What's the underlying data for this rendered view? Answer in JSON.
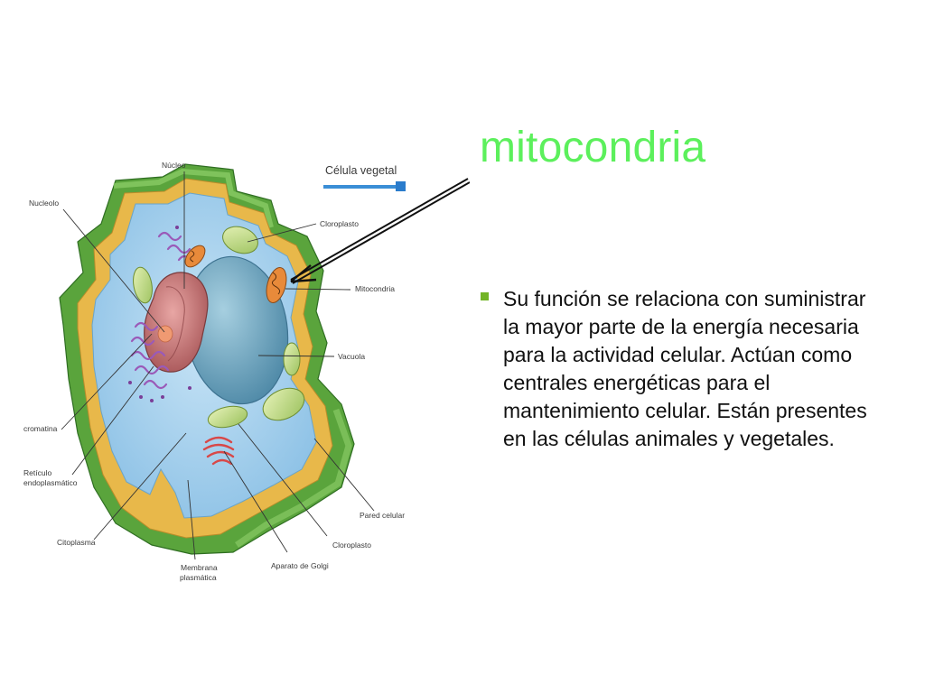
{
  "slide": {
    "title": "mitocondria",
    "bullet_text": "Su función se relaciona con suministrar la mayor parte de la energía necesaria para la actividad celular. Actúan como centrales energéticas para el mantenimiento celular. Están presentes en las células animales y vegetales."
  },
  "diagram": {
    "heading": "Célula vegetal",
    "labels": {
      "nucleo": "Núcleo",
      "nucleolo": "Nucleolo",
      "cloroplasto_top": "Cloroplasto",
      "mitocondria": "Mitocondria",
      "vacuola": "Vacuola",
      "cromatina": "cromatina",
      "reticulo_1": "Retículo",
      "reticulo_2": "endoplasmático",
      "citoplasma": "Citoplasma",
      "membrana_1": "Membrana",
      "membrana_2": "plasmática",
      "golgi": "Aparato de Golgi",
      "cloroplasto_bottom": "Cloroplasto",
      "pared": "Pared celular"
    }
  },
  "colors": {
    "title": "#5cf05c",
    "bullet": "#72b426",
    "cell_wall": "#5aa43c",
    "membrane": "#e8b84a",
    "cytoplasm": "#a9d3ee",
    "vacuole": "#6aa4c0",
    "nucleus": "#c0686a"
  }
}
